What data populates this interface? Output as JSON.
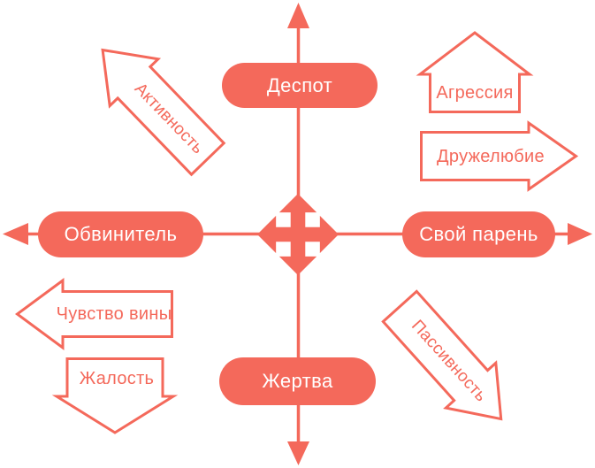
{
  "colors": {
    "accent": "#f4695b",
    "background": "#ffffff",
    "node_text": "#ffffff"
  },
  "center": {
    "icon": "move-four-directions-icon"
  },
  "nodes": {
    "top": {
      "label": "Деспот"
    },
    "left": {
      "label": "Обвинитель"
    },
    "right": {
      "label": "Свой парень"
    },
    "bottom": {
      "label": "Жертва"
    }
  },
  "arrows": {
    "activity": {
      "label": "Активность",
      "direction": "up-left",
      "style": "outline"
    },
    "aggression": {
      "label": "Агрессия",
      "direction": "up",
      "style": "outline"
    },
    "friendliness": {
      "label": "Дружелюбие",
      "direction": "right",
      "style": "outline"
    },
    "guilt": {
      "label": "Чувство вины",
      "direction": "left",
      "style": "outline"
    },
    "pity": {
      "label": "Жалость",
      "direction": "down",
      "style": "outline"
    },
    "passivity": {
      "label": "Пассивность",
      "direction": "down-right",
      "style": "outline"
    }
  }
}
